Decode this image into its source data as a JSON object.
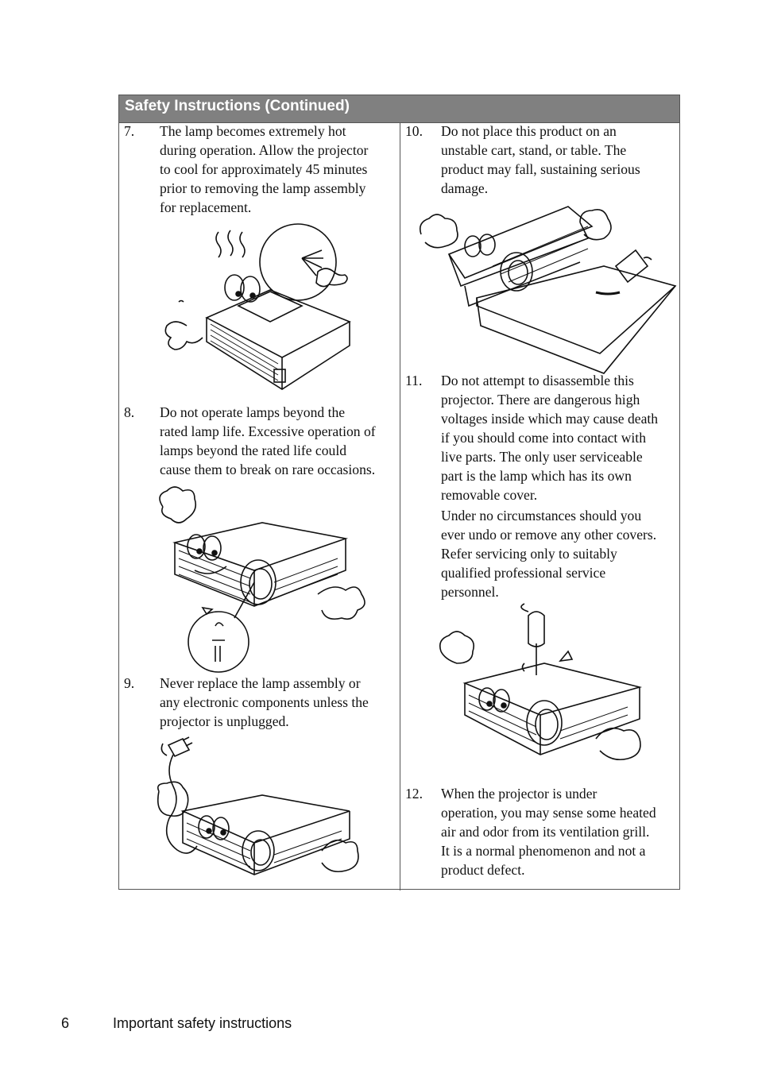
{
  "section": {
    "title": "Safety Instructions (Continued)"
  },
  "items": [
    {
      "number": "7.",
      "lines": [
        "The lamp becomes extremely hot",
        "during operation. Allow the projector",
        "to cool for approximately 45 minutes",
        "prior to removing the lamp assembly",
        "for replacement."
      ]
    },
    {
      "number": "8.",
      "lines": [
        "Do not operate lamps beyond the",
        "rated lamp life. Excessive operation of",
        "lamps beyond the rated life could",
        "cause them to break on rare occasions."
      ]
    },
    {
      "number": "9.",
      "lines": [
        "Never replace the lamp assembly or",
        "any electronic components unless the",
        "projector is unplugged."
      ]
    },
    {
      "number": "10.",
      "lines": [
        "Do not place this product on an",
        "unstable cart, stand, or table. The",
        "product may fall, sustaining serious",
        "damage."
      ]
    },
    {
      "number": "11.",
      "lines": [
        "Do not attempt to disassemble this",
        "projector. There are dangerous high",
        "voltages inside which may cause death",
        "if you should come into contact with",
        "live parts. The only user serviceable",
        "part is the lamp which has its own",
        "removable cover."
      ],
      "lines2": [
        "Under no circumstances should you",
        "ever undo or remove any other covers.",
        "Refer servicing only to suitably",
        "qualified professional service",
        "personnel."
      ]
    },
    {
      "number": "12.",
      "lines": [
        "When the projector is under",
        "operation, you may sense some heated",
        "air and odor from its ventilation grill.",
        "It is a normal phenomenon and not a",
        "product defect."
      ]
    }
  ],
  "footer": {
    "page_number": "6",
    "chapter": "Important safety instructions"
  }
}
